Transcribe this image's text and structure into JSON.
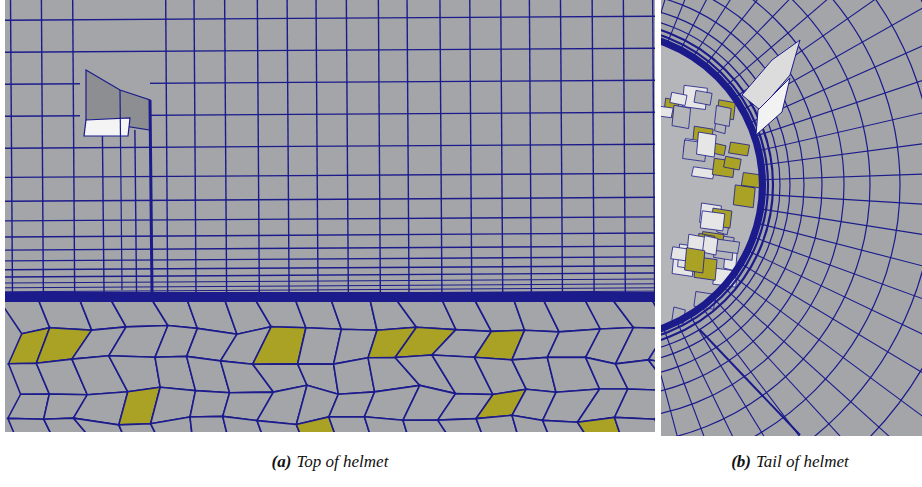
{
  "diagram": {
    "labels": [
      "(a)",
      "Top of helmet",
      "(b)",
      "Tail of helmet"
    ]
  }
}
